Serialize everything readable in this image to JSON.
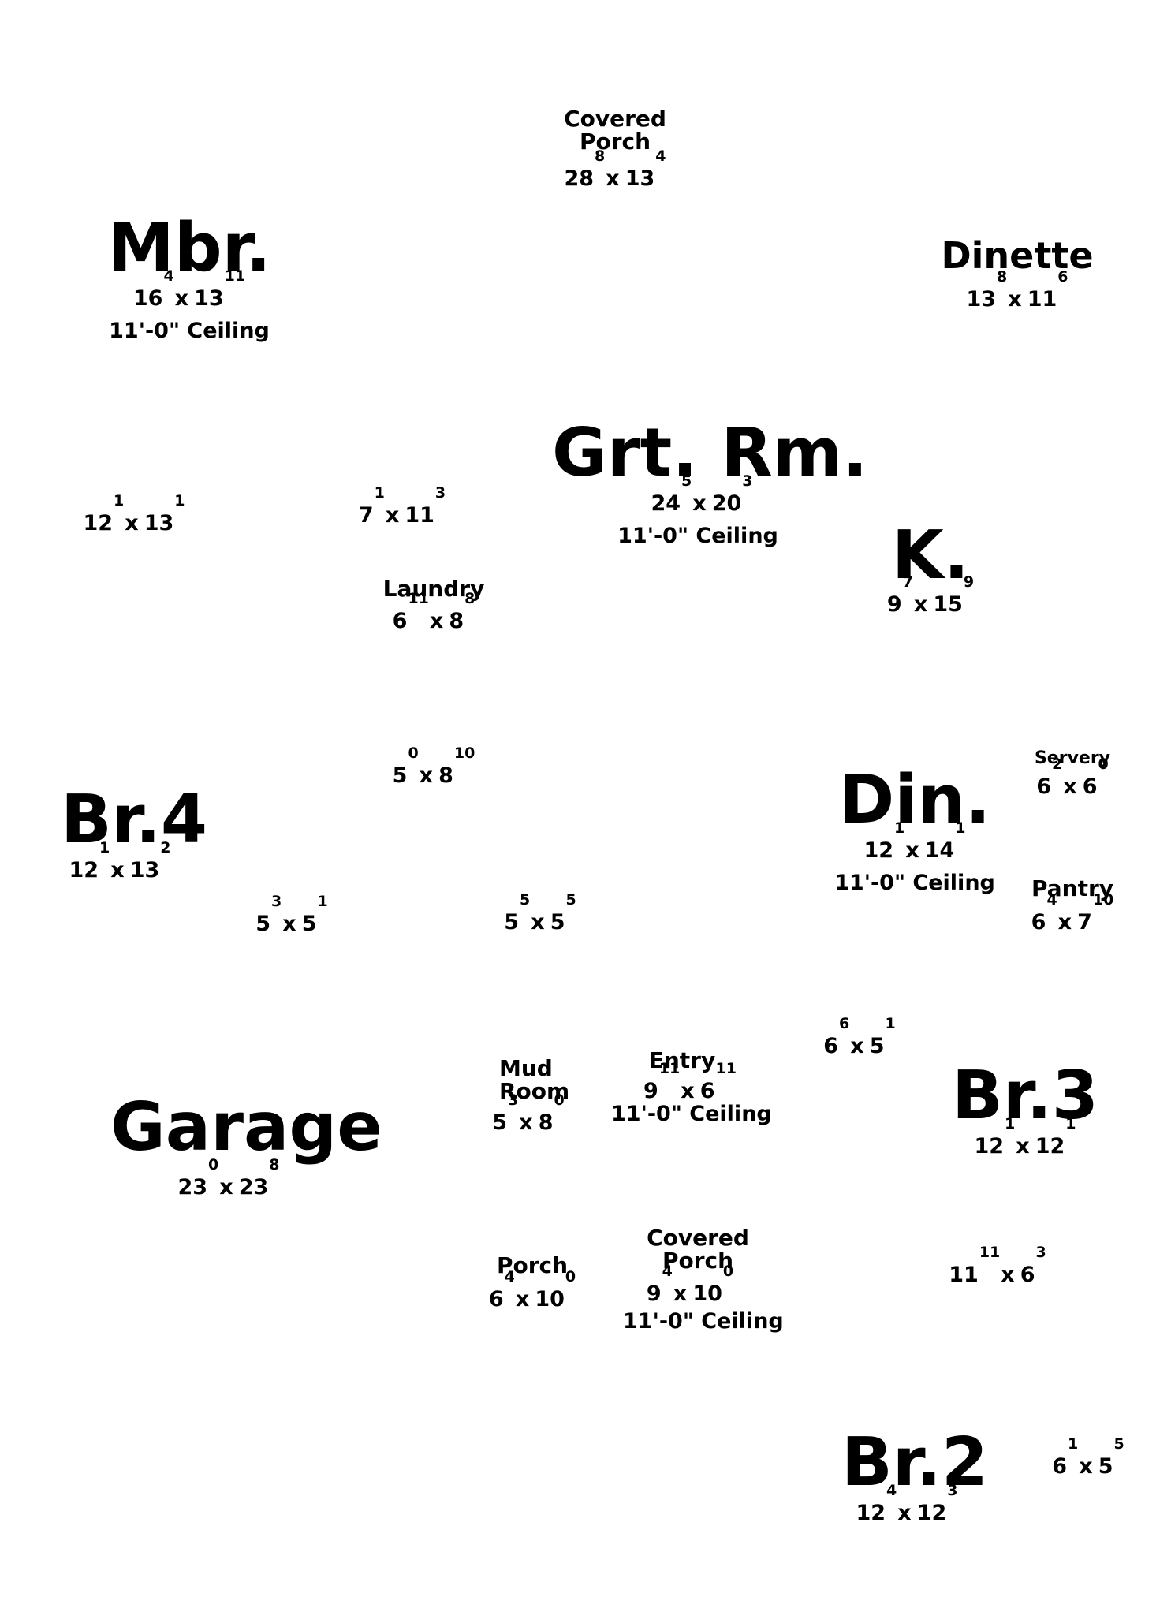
{
  "rooms": [
    {
      "key": "covered_porch_top",
      "name": [
        "Covered",
        "Porch"
      ],
      "w": "28",
      "wi": "8",
      "l": "13",
      "li": "4"
    },
    {
      "key": "mbr",
      "name": [
        "Mbr."
      ],
      "w": "16",
      "wi": "4",
      "l": "13",
      "li": "11",
      "ceiling": "11'-0\" Ceiling"
    },
    {
      "key": "dinette",
      "name": [
        "Dinette"
      ],
      "w": "13",
      "wi": "8",
      "l": "11",
      "li": "6"
    },
    {
      "key": "grt_rm",
      "name": [
        "Grt. Rm."
      ],
      "w": "24",
      "wi": "5",
      "l": "20",
      "li": "3",
      "ceiling": "11'-0\" Ceiling"
    },
    {
      "key": "bath_left",
      "name": [],
      "w": "12",
      "wi": "1",
      "l": "13",
      "li": "1"
    },
    {
      "key": "closet_upper",
      "name": [],
      "w": "7",
      "wi": "1",
      "l": "11",
      "li": "3"
    },
    {
      "key": "laundry",
      "name": [
        "Laundry"
      ],
      "w": "6",
      "wi": "11",
      "l": "8",
      "li": "8"
    },
    {
      "key": "kitchen",
      "name": [
        "K."
      ],
      "w": "9",
      "wi": "7",
      "l": "15",
      "li": "9"
    },
    {
      "key": "hall_mid",
      "name": [],
      "w": "5",
      "wi": "0",
      "l": "8",
      "li": "10"
    },
    {
      "key": "servery",
      "name": [
        "Servery"
      ],
      "w": "6",
      "wi": "2",
      "l": "6",
      "li": "0"
    },
    {
      "key": "din",
      "name": [
        "Din."
      ],
      "w": "12",
      "wi": "1",
      "l": "14",
      "li": "1",
      "ceiling": "11'-0\" Ceiling"
    },
    {
      "key": "br4",
      "name": [
        "Br.4"
      ],
      "w": "12",
      "wi": "1",
      "l": "13",
      "li": "2"
    },
    {
      "key": "pantry",
      "name": [
        "Pantry"
      ],
      "w": "6",
      "wi": "4",
      "l": "7",
      "li": "10"
    },
    {
      "key": "closet_a",
      "name": [],
      "w": "5",
      "wi": "3",
      "l": "5",
      "li": "1"
    },
    {
      "key": "closet_b",
      "name": [],
      "w": "5",
      "wi": "5",
      "l": "5",
      "li": "5"
    },
    {
      "key": "closet_c",
      "name": [],
      "w": "6",
      "wi": "6",
      "l": "5",
      "li": "1"
    },
    {
      "key": "mud_room",
      "name": [
        "Mud",
        "Room"
      ],
      "w": "5",
      "wi": "3",
      "l": "8",
      "li": "0"
    },
    {
      "key": "entry",
      "name": [
        "Entry"
      ],
      "w": "9",
      "wi": "11",
      "l": "6",
      "li": "11",
      "ceiling": "11'-0\" Ceiling"
    },
    {
      "key": "br3",
      "name": [
        "Br.3"
      ],
      "w": "12",
      "wi": "1",
      "l": "12",
      "li": "1"
    },
    {
      "key": "garage",
      "name": [
        "Garage"
      ],
      "w": "23",
      "wi": "0",
      "l": "23",
      "li": "8"
    },
    {
      "key": "porch",
      "name": [
        "Porch"
      ],
      "w": "6",
      "wi": "4",
      "l": "10",
      "li": "0"
    },
    {
      "key": "covered_porch_bottom",
      "name": [
        "Covered",
        "Porch"
      ],
      "w": "9",
      "wi": "4",
      "l": "10",
      "li": "0",
      "ceiling": "11'-0\" Ceiling"
    },
    {
      "key": "bath_right",
      "name": [],
      "w": "11",
      "wi": "11",
      "l": "6",
      "li": "3"
    },
    {
      "key": "br2",
      "name": [
        "Br.2"
      ],
      "w": "12",
      "wi": "4",
      "l": "12",
      "li": "3"
    },
    {
      "key": "closet_d",
      "name": [],
      "w": "6",
      "wi": "1",
      "l": "5",
      "li": "5"
    }
  ],
  "dim_separator": "x"
}
